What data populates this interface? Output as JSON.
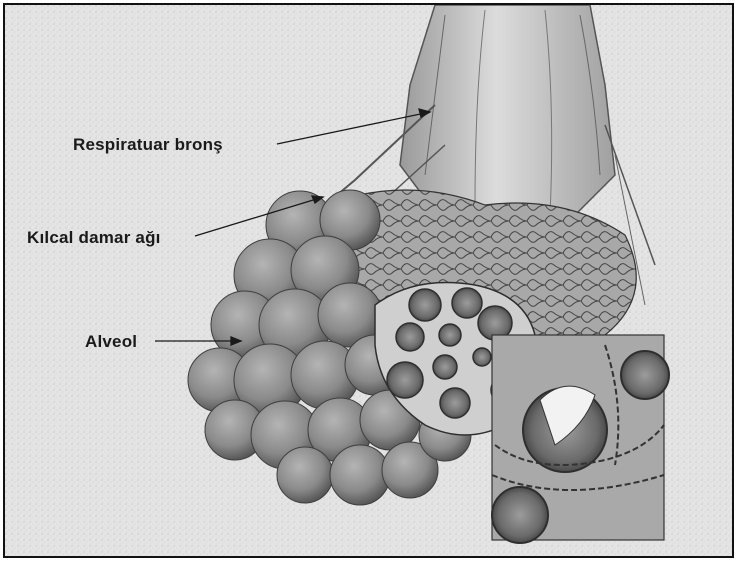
{
  "labels": {
    "respiratory_bronchus": "Respiratuar bronş",
    "capillary_network": "Kılcal damar ağı",
    "alveolus": "Alveol"
  },
  "colors": {
    "background": "#e6e6e6",
    "alveolus_fill": "#8c8c8c",
    "alveolus_shadow": "#5a5a5a",
    "bronchus_fill": "#cfcfcf",
    "line": "#1a1a1a"
  }
}
